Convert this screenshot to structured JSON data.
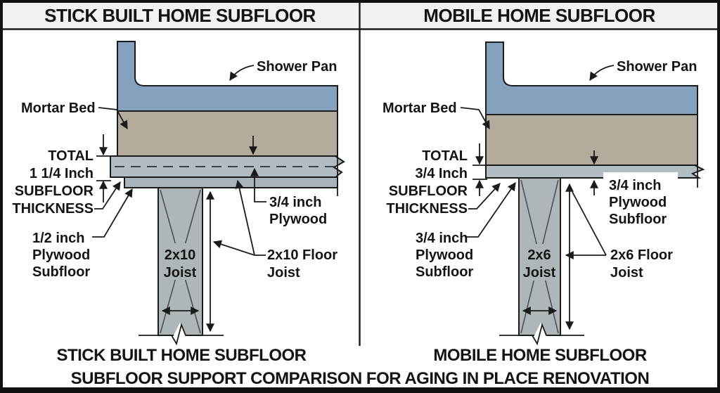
{
  "header": {
    "left": "STICK BUILT HOME SUBFLOOR",
    "right": "MOBILE HOME SUBFLOOR"
  },
  "footer": {
    "left_caption": "STICK BUILT HOME SUBFLOOR",
    "right_caption": "MOBILE HOME SUBFLOOR",
    "bottom_caption": "SUBFLOOR SUPPORT COMPARISON FOR AGING IN PLACE RENOVATION"
  },
  "left_panel": {
    "shower_pan_label": "Shower Pan",
    "mortar_bed_label": "Mortar Bed",
    "total_thickness": {
      "line1": "TOTAL",
      "line2": "1 1/4 Inch",
      "line3": "SUBFLOOR",
      "line4": "THICKNESS"
    },
    "lower_plywood": {
      "line1": "1/2 inch",
      "line2": "Plywood",
      "line3": "Subfloor"
    },
    "upper_plywood": {
      "line1": "3/4 inch",
      "line2": "Plywood"
    },
    "joist": {
      "line1": "2x10",
      "line2": "Joist"
    },
    "floor_joist": {
      "line1": "2x10 Floor",
      "line2": "Joist"
    }
  },
  "right_panel": {
    "shower_pan_label": "Shower Pan",
    "mortar_bed_label": "Mortar Bed",
    "total_thickness": {
      "line1": "TOTAL",
      "line2": "3/4 Inch",
      "line3": "SUBFLOOR",
      "line4": "THICKNESS"
    },
    "left_plywood": {
      "line1": "3/4 inch",
      "line2": "Plywood",
      "line3": "Subfloor"
    },
    "right_plywood": {
      "line1": "3/4 inch",
      "line2": "Plywood",
      "line3": "Subfloor"
    },
    "joist": {
      "line1": "2x6",
      "line2": "Joist"
    },
    "floor_joist": {
      "line1": "2x6 Floor",
      "line2": "Joist"
    }
  },
  "colors": {
    "shower_pan": "#86a1bd",
    "mortar": "#b3ab9b",
    "plywood_upper": "#b2bcc3",
    "plywood_lower": "#a9b3ba",
    "joist": "#aeb6ba",
    "header_bg": "#f2f1ee",
    "white": "#ffffff",
    "line": "#1b1b1b"
  }
}
